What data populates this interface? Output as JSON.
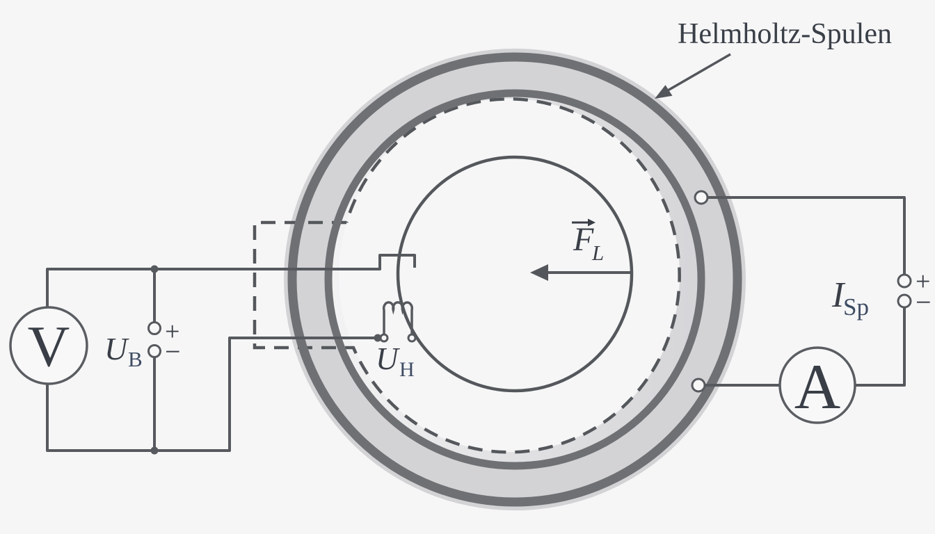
{
  "diagram": {
    "title": "Helmholtz-Spulen",
    "voltmeter": {
      "label": "V"
    },
    "ammeter": {
      "label": "A"
    },
    "supply_voltage": {
      "symbol": "U",
      "subscript": "B"
    },
    "hall_voltage": {
      "symbol": "U",
      "subscript": "H"
    },
    "coil_current": {
      "symbol": "I",
      "subscript": "Sp"
    },
    "lorentz_force": {
      "symbol": "F",
      "subscript": "L"
    },
    "battery_left": {
      "plus": "+",
      "minus": "−"
    },
    "battery_right": {
      "plus": "+",
      "minus": "−"
    },
    "colors": {
      "background": "#f6f6f7",
      "coil_fill": "#d3d3d6",
      "coil_ring_stroke": "#6e7073",
      "wire": "#56595d",
      "label_text": "#3a3f47"
    }
  }
}
